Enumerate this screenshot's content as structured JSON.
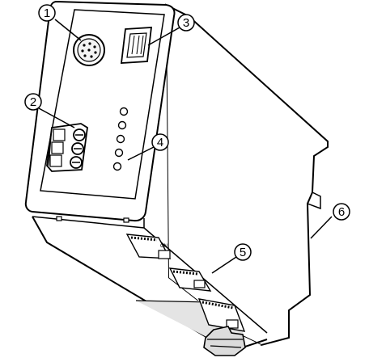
{
  "callouts": [
    {
      "id": "c1",
      "label": "1"
    },
    {
      "id": "c2",
      "label": "2"
    },
    {
      "id": "c3",
      "label": "3"
    },
    {
      "id": "c4",
      "label": "4"
    },
    {
      "id": "c5",
      "label": "5"
    },
    {
      "id": "c6",
      "label": "6"
    }
  ],
  "colors": {
    "line": "#000000",
    "face": "#ffffff",
    "shade": "#dcdcdc",
    "dark": "#9a9a9a"
  }
}
